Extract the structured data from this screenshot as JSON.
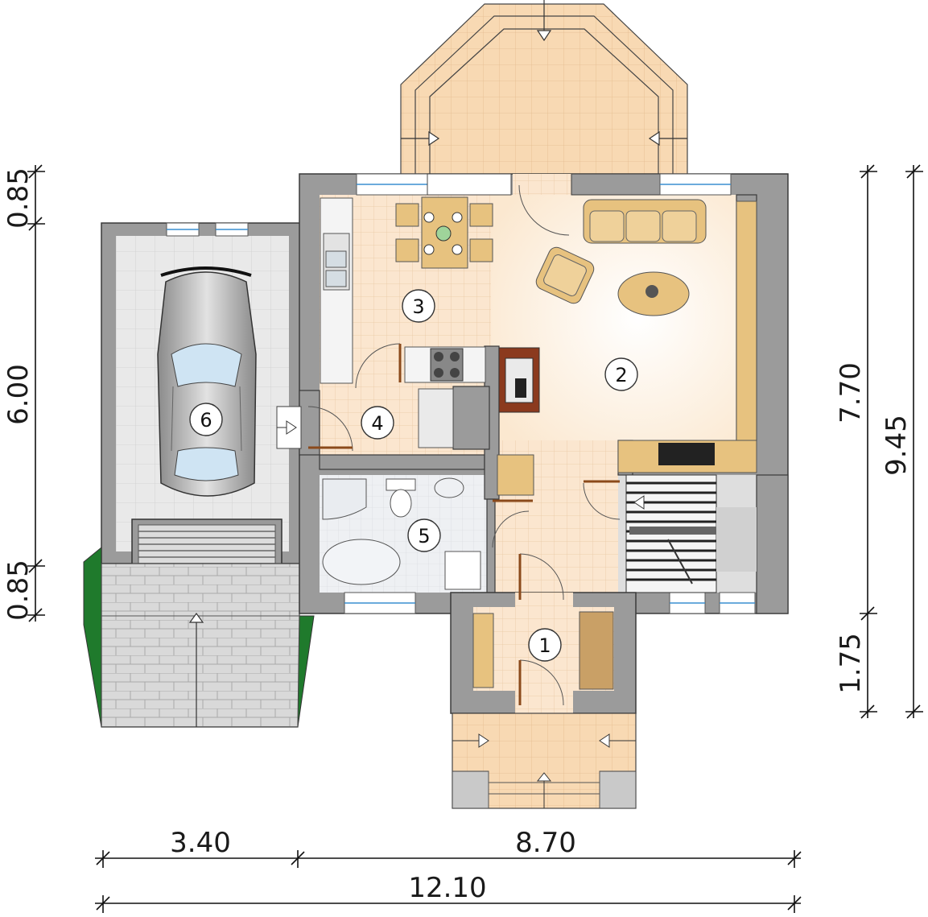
{
  "dimensions": {
    "bottom_left": "3.40",
    "bottom_right": "8.70",
    "bottom_total": "12.10",
    "left_top": "0.85",
    "left_middle": "6.00",
    "left_bottom": "0.85",
    "right_upper": "7.70",
    "right_lower": "1.75",
    "right_total": "9.45"
  },
  "rooms": [
    {
      "number": "1"
    },
    {
      "number": "2"
    },
    {
      "number": "3"
    },
    {
      "number": "4"
    },
    {
      "number": "5"
    },
    {
      "number": "6"
    }
  ],
  "colors": {
    "wall": "#9b9b9b",
    "wall_edge": "#3a3a3a",
    "tile_floor": "#fbe6cf",
    "living_floor": "#fdf4e6",
    "terrace": "#f8d9b3",
    "garage_floor": "#e6e6e6",
    "paving": "#d8d8d8",
    "furniture": "#e7c27f",
    "greenery": "#1f7a2c"
  }
}
